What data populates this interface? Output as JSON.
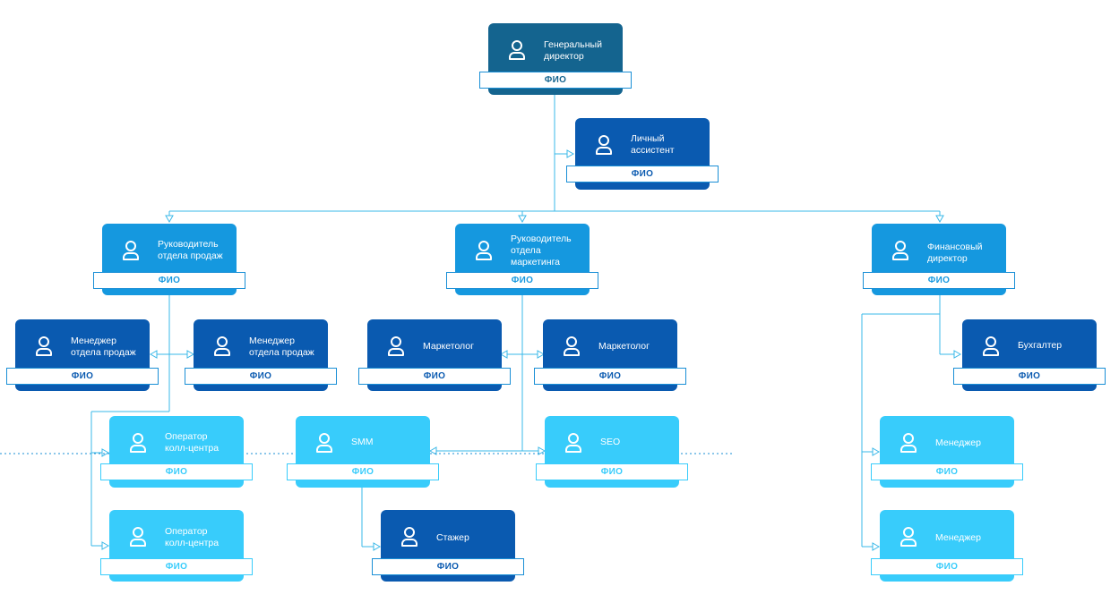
{
  "colors": {
    "navy": "#14648f",
    "blue": "#0a5ab0",
    "mid": "#1598df",
    "light": "#38ccfb",
    "connector": "#3ab8e8"
  },
  "icon": "user-icon",
  "nodes": {
    "ceo": {
      "title": "Генеральный\nдиректор",
      "name": "ФИО"
    },
    "assistant": {
      "title": "Личный\nассистент",
      "name": "ФИО"
    },
    "head_sales": {
      "title": "Руководитель\nотдела продаж",
      "name": "ФИО"
    },
    "head_marketing": {
      "title": "Руководитель\nотдела\nмаркетинга",
      "name": "ФИО"
    },
    "cfo": {
      "title": "Финансовый\nдиректор",
      "name": "ФИО"
    },
    "sales_mgr_1": {
      "title": "Менеджер\nотдела продаж",
      "name": "ФИО"
    },
    "sales_mgr_2": {
      "title": "Менеджер\nотдела продаж",
      "name": "ФИО"
    },
    "marketer_1": {
      "title": "Маркетолог",
      "name": "ФИО"
    },
    "marketer_2": {
      "title": "Маркетолог",
      "name": "ФИО"
    },
    "accountant": {
      "title": "Бухгалтер",
      "name": "ФИО"
    },
    "operator_1": {
      "title": "Оператор\nколл-центра",
      "name": "ФИО"
    },
    "operator_2": {
      "title": "Оператор\nколл-центра",
      "name": "ФИО"
    },
    "smm": {
      "title": "SMM",
      "name": "ФИО"
    },
    "seo": {
      "title": "SEO",
      "name": "ФИО"
    },
    "intern": {
      "title": "Стажер",
      "name": "ФИО"
    },
    "fin_mgr_1": {
      "title": "Менеджер",
      "name": "ФИО"
    },
    "fin_mgr_2": {
      "title": "Менеджер",
      "name": "ФИО"
    }
  }
}
